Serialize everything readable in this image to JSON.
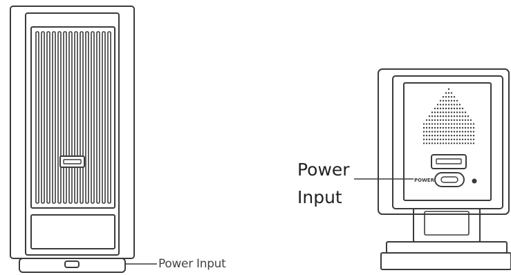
{
  "left_device": {
    "port_label": "Power Input"
  },
  "right_device": {
    "port_label_line1": "Power",
    "port_label_line2": "Input",
    "panel_text": "POWER"
  },
  "colors": {
    "line": "#3a3a3a",
    "background": "#ffffff"
  }
}
